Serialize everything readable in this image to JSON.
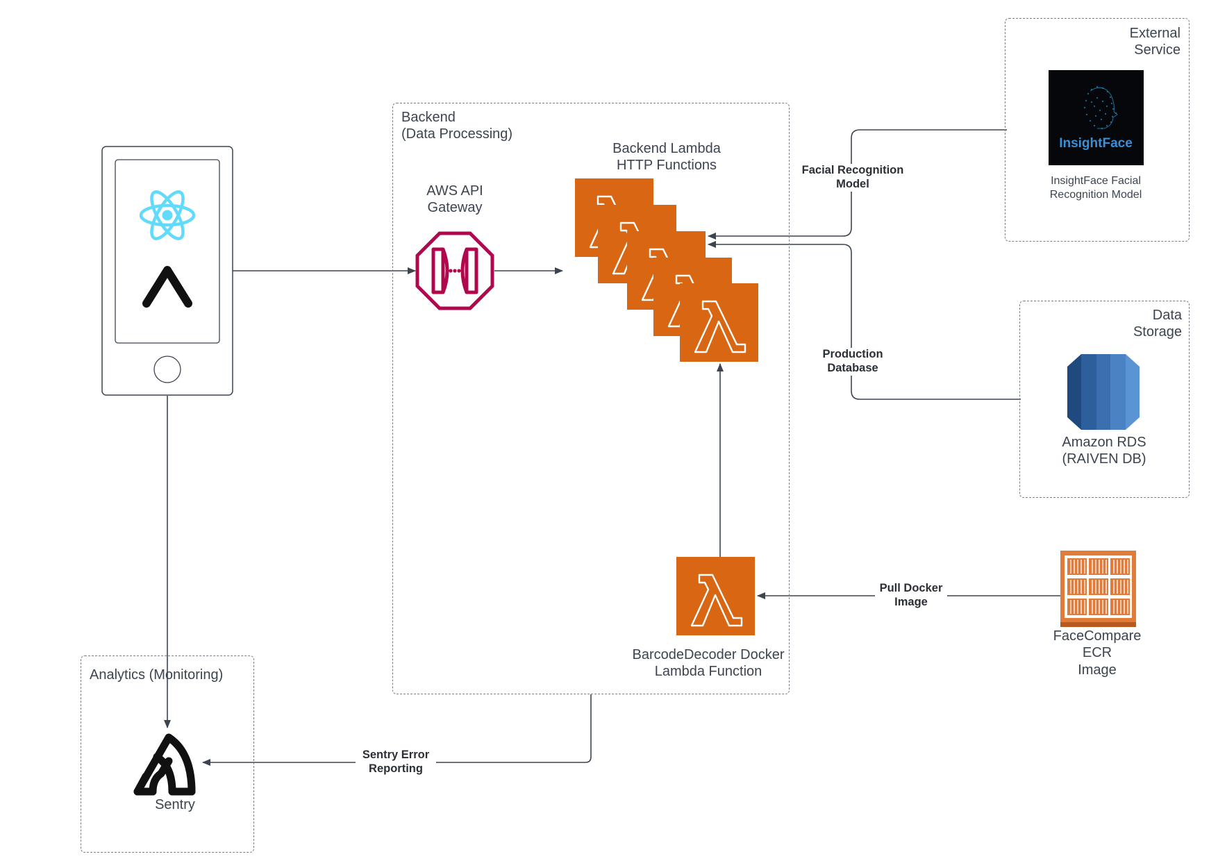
{
  "groups": {
    "backend": {
      "title": "Backend\n(Data Processing)"
    },
    "external": {
      "title": "External\nService"
    },
    "storage": {
      "title": "Data\nStorage"
    },
    "analytics": {
      "title": "Analytics (Monitoring)"
    }
  },
  "nodes": {
    "api_gateway": {
      "label": "AWS API\nGateway"
    },
    "lambda_functions": {
      "label": "Backend Lambda\nHTTP Functions"
    },
    "barcode_lambda": {
      "label": "BarcodeDecoder Docker\nLambda Function"
    },
    "insightface": {
      "label": "InsightFace Facial\nRecognition Model",
      "logo_text": "InsightFace"
    },
    "rds": {
      "label": "Amazon RDS\n(RAIVEN DB)"
    },
    "ecr": {
      "label": "FaceCompare\nECR\nImage"
    },
    "sentry": {
      "label": "Sentry"
    }
  },
  "edges": {
    "facial_recognition": {
      "label": "Facial Recognition\nModel"
    },
    "production_db": {
      "label": "Production\nDatabase"
    },
    "pull_docker": {
      "label": "Pull Docker\nImage"
    },
    "sentry_error": {
      "label": "Sentry Error\nReporting"
    }
  },
  "colors": {
    "lambda_orange": "#d86613",
    "gateway_red": "#b0084d",
    "react_blue": "#61dafb",
    "rds_blue": "#3b6fb0",
    "ecr_orange": "#e07b39",
    "line": "#3c4450"
  },
  "icons": {
    "phone": "mobile-device-icon",
    "react": "react-logo-icon",
    "expo": "expo-logo-icon",
    "gateway": "api-gateway-icon",
    "lambda": "aws-lambda-icon",
    "rds": "amazon-rds-icon",
    "ecr": "amazon-ecr-icon",
    "sentry": "sentry-logo-icon"
  }
}
